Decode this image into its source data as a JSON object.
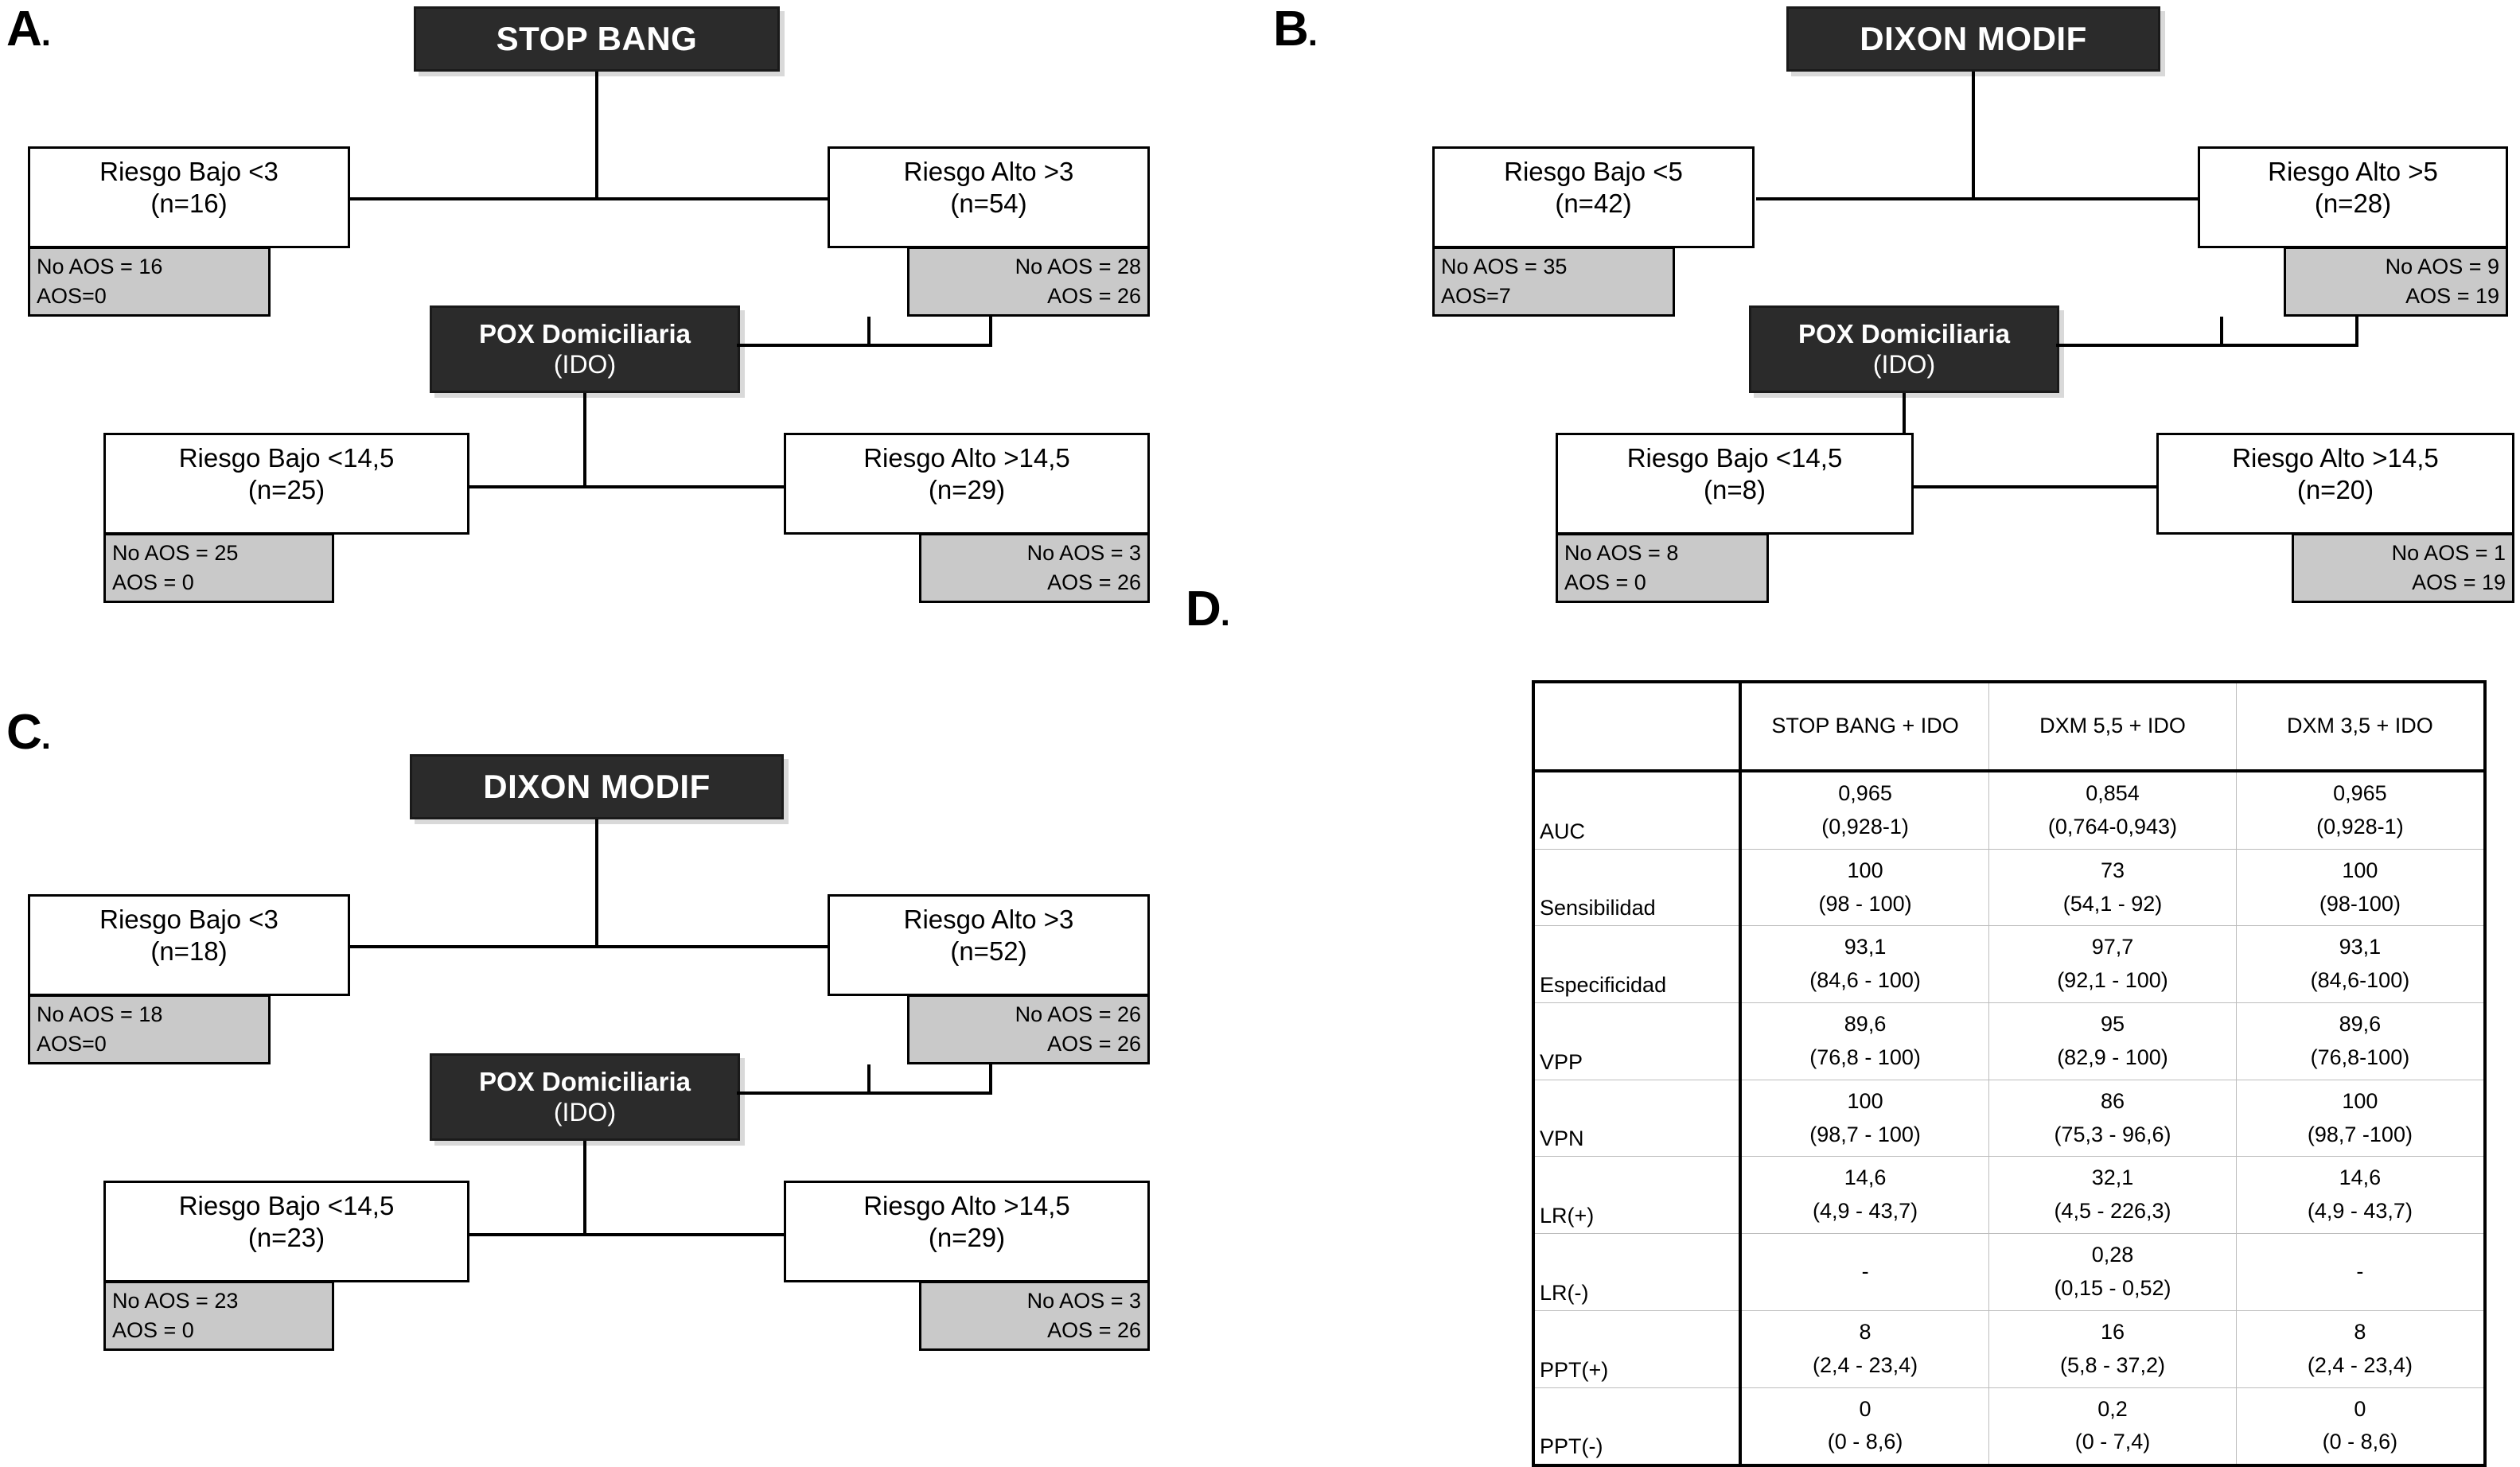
{
  "figure": {
    "panels": [
      {
        "letter": "A",
        "dot": ".",
        "root": "STOP BANG",
        "left": {
          "title": "Riesgo Bajo <3",
          "n": "(n=16)",
          "result_no_aos": "No AOS = 16",
          "result_aos": "AOS=0"
        },
        "right": {
          "title": "Riesgo Alto >3",
          "n": "(n=54)",
          "result_no_aos": "No AOS = 28",
          "result_aos": "AOS = 26"
        },
        "second": {
          "title": "POX Domiciliaria",
          "sub": "(IDO)",
          "left": {
            "title": "Riesgo Bajo <14,5",
            "n": "(n=25)",
            "result_no_aos": "No AOS = 25",
            "result_aos": "AOS = 0"
          },
          "right": {
            "title": "Riesgo Alto >14,5",
            "n": "(n=29)",
            "result_no_aos": "No AOS = 3",
            "result_aos": "AOS = 26"
          }
        }
      },
      {
        "letter": "B",
        "dot": ".",
        "root": "DIXON MODIF",
        "left": {
          "title": "Riesgo Bajo <5",
          "n": "(n=42)",
          "result_no_aos": "No AOS = 35",
          "result_aos": "AOS=7"
        },
        "right": {
          "title": "Riesgo Alto >5",
          "n": "(n=28)",
          "result_no_aos": "No AOS = 9",
          "result_aos": "AOS = 19"
        },
        "second": {
          "title": "POX Domiciliaria",
          "sub": "(IDO)",
          "left": {
            "title": "Riesgo Bajo <14,5",
            "n": "(n=8)",
            "result_no_aos": "No AOS = 8",
            "result_aos": "AOS = 0"
          },
          "right": {
            "title": "Riesgo Alto >14,5",
            "n": "(n=20)",
            "result_no_aos": "No AOS = 1",
            "result_aos": "AOS = 19"
          }
        }
      },
      {
        "letter": "C",
        "dot": ".",
        "root": "DIXON MODIF",
        "left": {
          "title": "Riesgo Bajo <3",
          "n": "(n=18)",
          "result_no_aos": "No AOS = 18",
          "result_aos": "AOS=0"
        },
        "right": {
          "title": "Riesgo Alto >3",
          "n": "(n=52)",
          "result_no_aos": "No AOS = 26",
          "result_aos": "AOS = 26"
        },
        "second": {
          "title": "POX Domiciliaria",
          "sub": "(IDO)",
          "left": {
            "title": "Riesgo Bajo <14,5",
            "n": "(n=23)",
            "result_no_aos": "No AOS = 23",
            "result_aos": "AOS = 0"
          },
          "right": {
            "title": "Riesgo Alto >14,5",
            "n": "(n=29)",
            "result_no_aos": "No AOS = 3",
            "result_aos": "AOS = 26"
          }
        }
      }
    ],
    "panel_d": {
      "letter": "D",
      "dot": ".",
      "table": {
        "corner": "",
        "columns": [
          "STOP BANG + IDO",
          "DXM 5,5 + IDO",
          "DXM 3,5 + IDO"
        ],
        "rows": [
          {
            "label": "AUC",
            "cells": [
              {
                "value": "0,965",
                "ci": "(0,928-1)"
              },
              {
                "value": "0,854",
                "ci": "(0,764-0,943)"
              },
              {
                "value": "0,965",
                "ci": "(0,928-1)"
              }
            ]
          },
          {
            "label": "Sensibilidad",
            "cells": [
              {
                "value": "100",
                "ci": "(98 - 100)"
              },
              {
                "value": "73",
                "ci": "(54,1 - 92)"
              },
              {
                "value": "100",
                "ci": "(98-100)"
              }
            ]
          },
          {
            "label": "Especificidad",
            "cells": [
              {
                "value": "93,1",
                "ci": "(84,6 - 100)"
              },
              {
                "value": "97,7",
                "ci": "(92,1 - 100)"
              },
              {
                "value": "93,1",
                "ci": "(84,6-100)"
              }
            ]
          },
          {
            "label": "VPP",
            "cells": [
              {
                "value": "89,6",
                "ci": "(76,8 - 100)"
              },
              {
                "value": "95",
                "ci": "(82,9 - 100)"
              },
              {
                "value": "89,6",
                "ci": "(76,8-100)"
              }
            ]
          },
          {
            "label": "VPN",
            "cells": [
              {
                "value": "100",
                "ci": "(98,7 - 100)"
              },
              {
                "value": "86",
                "ci": "(75,3 - 96,6)"
              },
              {
                "value": "100",
                "ci": "(98,7 -100)"
              }
            ]
          },
          {
            "label": "LR(+)",
            "cells": [
              {
                "value": "14,6",
                "ci": "(4,9 - 43,7)"
              },
              {
                "value": "32,1",
                "ci": "(4,5 - 226,3)"
              },
              {
                "value": "14,6",
                "ci": "(4,9 - 43,7)"
              }
            ]
          },
          {
            "label": "LR(-)",
            "cells": [
              {
                "value": "",
                "ci": "-"
              },
              {
                "value": "0,28",
                "ci": "(0,15 - 0,52)"
              },
              {
                "value": "",
                "ci": "-"
              }
            ]
          },
          {
            "label": "PPT(+)",
            "cells": [
              {
                "value": "8",
                "ci": "(2,4 - 23,4)"
              },
              {
                "value": "16",
                "ci": "(5,8 - 37,2)"
              },
              {
                "value": "8",
                "ci": "(2,4 - 23,4)"
              }
            ]
          },
          {
            "label": "PPT(-)",
            "cells": [
              {
                "value": "0",
                "ci": "(0 - 8,6)"
              },
              {
                "value": "0,2",
                "ci": "(0 - 7,4)"
              },
              {
                "value": "0",
                "ci": "(0 - 8,6)"
              }
            ]
          }
        ]
      }
    },
    "colors": {
      "dark_box": "#2b2b2b",
      "grey_box": "#c9c9c9",
      "line": "#000000",
      "background": "#ffffff"
    }
  }
}
